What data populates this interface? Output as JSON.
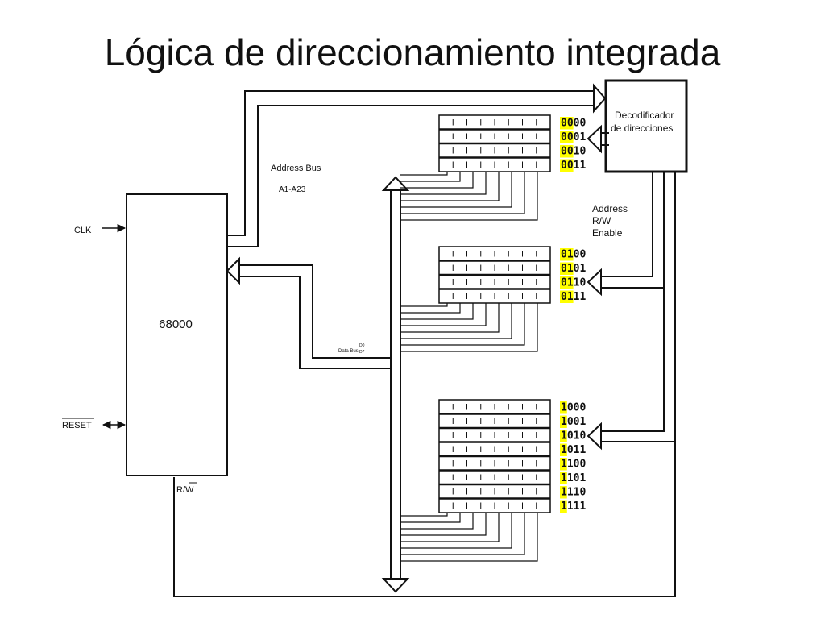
{
  "title": "Lógica de direccionamiento integrada",
  "labels": {
    "cpu": "68000",
    "clk": "CLK",
    "reset": "RESET",
    "rw": "R/W",
    "address_bus": "Address Bus",
    "address_range": "A1-A23",
    "data_bus": "Data Bus",
    "data_range_top": "D0",
    "data_range_bottom": "D7",
    "decoder_line1": "Decodificador",
    "decoder_line2": "de direcciones",
    "ctrl_line1": "Address",
    "ctrl_line2": "R/W",
    "ctrl_line3": "Enable"
  },
  "colors": {
    "highlight": "#ffff00",
    "line": "#111111"
  },
  "memory_blocks": [
    {
      "name": "memory-block-1",
      "addresses": [
        "0000",
        "0001",
        "0010",
        "0011"
      ]
    },
    {
      "name": "memory-block-2",
      "addresses": [
        "0100",
        "0101",
        "0110",
        "0111"
      ]
    },
    {
      "name": "memory-block-3",
      "addresses": [
        "1000",
        "1001",
        "1010",
        "1011",
        "1100",
        "1101",
        "1110",
        "1111"
      ]
    }
  ]
}
